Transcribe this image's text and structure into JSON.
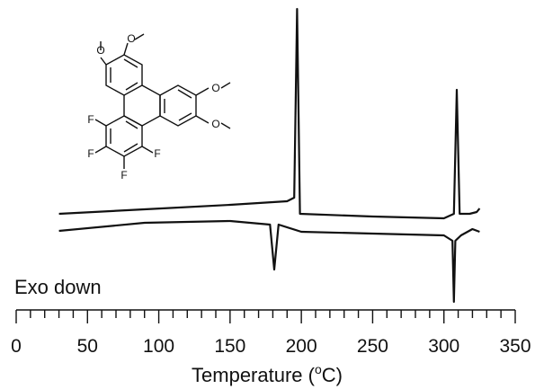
{
  "chart_data": {
    "type": "line",
    "xlabel": "Temperature (",
    "xlabel_sup": "o",
    "xlabel_suffix": "C)",
    "xlim": [
      0,
      350
    ],
    "x_ticks": [
      0,
      50,
      100,
      150,
      200,
      250,
      300,
      350
    ],
    "x_minor_step": 10,
    "grid": false,
    "annotation": "Exo down",
    "series": [
      {
        "points": [
          [
            30,
            238
          ],
          [
            90,
            233
          ],
          [
            150,
            228
          ],
          [
            190,
            224
          ],
          [
            195,
            220
          ],
          [
            197,
            10
          ],
          [
            199,
            238
          ],
          [
            250,
            241
          ],
          [
            300,
            243
          ],
          [
            307,
            238
          ],
          [
            309,
            100
          ],
          [
            311,
            238
          ],
          [
            318,
            238
          ],
          [
            323,
            236
          ],
          [
            325,
            232
          ]
        ]
      },
      {
        "points": [
          [
            30,
            257
          ],
          [
            90,
            248
          ],
          [
            150,
            246
          ],
          [
            178,
            250
          ],
          [
            181,
            300
          ],
          [
            184,
            250
          ],
          [
            200,
            258
          ],
          [
            250,
            260
          ],
          [
            300,
            262
          ],
          [
            306,
            268
          ],
          [
            307,
            336
          ],
          [
            308,
            268
          ],
          [
            312,
            262
          ],
          [
            320,
            255
          ],
          [
            325,
            258
          ]
        ]
      }
    ],
    "molecule_labels": {
      "methoxy": "O",
      "fluorine": "F"
    }
  }
}
